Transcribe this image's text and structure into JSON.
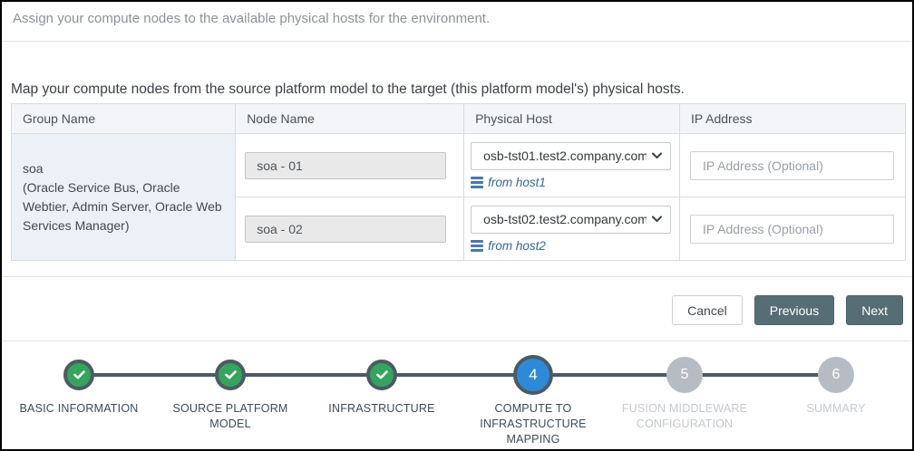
{
  "header": {
    "title": "Assign your compute nodes to the available physical hosts for the environment."
  },
  "main": {
    "instruction": "Map your compute nodes from the source platform model to the target (this platform model's) physical hosts.",
    "table": {
      "columns": {
        "group": "Group Name",
        "node": "Node Name",
        "host": "Physical Host",
        "ip": "IP Address"
      },
      "group": {
        "name": "soa",
        "description": "(Oracle Service Bus, Oracle Webtier, Admin Server, Oracle Web Services Manager)"
      },
      "rows": [
        {
          "node_name": "soa - 01",
          "physical_host": "osb-tst01.test2.company.com",
          "host_link": "from host1",
          "ip_value": "",
          "ip_placeholder": "IP Address (Optional)"
        },
        {
          "node_name": "soa - 02",
          "physical_host": "osb-tst02.test2.company.com",
          "host_link": "from host2",
          "ip_value": "",
          "ip_placeholder": "IP Address (Optional)"
        }
      ]
    }
  },
  "actions": {
    "cancel": "Cancel",
    "previous": "Previous",
    "next": "Next"
  },
  "stepper": {
    "steps": [
      {
        "label": "BASIC INFORMATION",
        "state": "complete",
        "icon": "check-icon"
      },
      {
        "label": "SOURCE PLATFORM MODEL",
        "state": "complete",
        "icon": "check-icon"
      },
      {
        "label": "INFRASTRUCTURE",
        "state": "complete",
        "icon": "check-icon"
      },
      {
        "label": "COMPUTE TO INFRASTRUCTURE MAPPING",
        "number": "4",
        "state": "active"
      },
      {
        "label": "FUSION MIDDLEWARE CONFIGURATION",
        "number": "5",
        "state": "pending"
      },
      {
        "label": "SUMMARY",
        "number": "6",
        "state": "pending"
      }
    ]
  },
  "colors": {
    "accent_blue": "#2e8ad8",
    "success_green": "#35a45c",
    "slate": "#4b5b65",
    "button_dark": "#566d73",
    "link_blue": "#36689c"
  }
}
